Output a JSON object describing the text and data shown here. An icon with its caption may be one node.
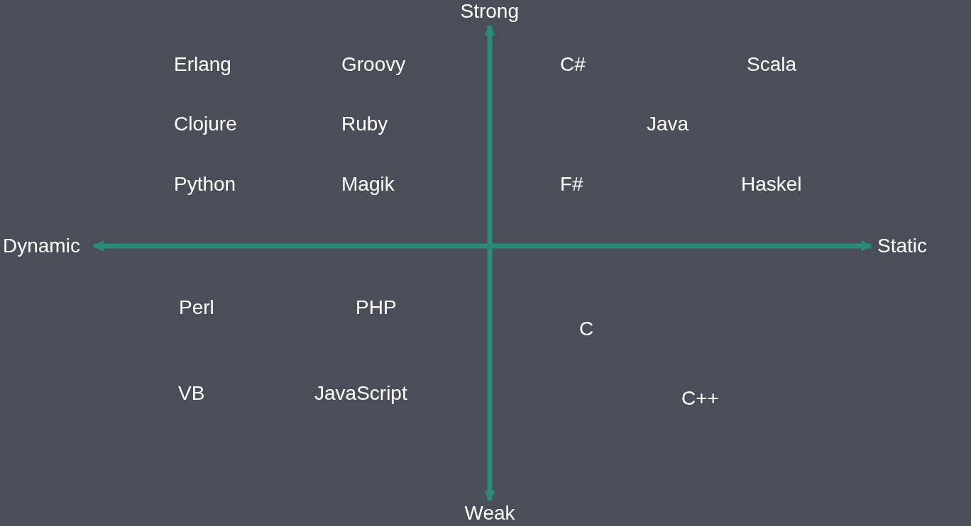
{
  "diagram": {
    "labels": [
      "Strong",
      "Erlang",
      "Groovy",
      "C#",
      "Scala",
      "Clojure",
      "Ruby",
      "Java",
      "Python",
      "Magik",
      "F#",
      "Haskel",
      "Dynamic",
      "Static",
      "Perl",
      "PHP",
      "C",
      "VB",
      "JavaScript",
      "C++",
      "Weak"
    ]
  }
}
